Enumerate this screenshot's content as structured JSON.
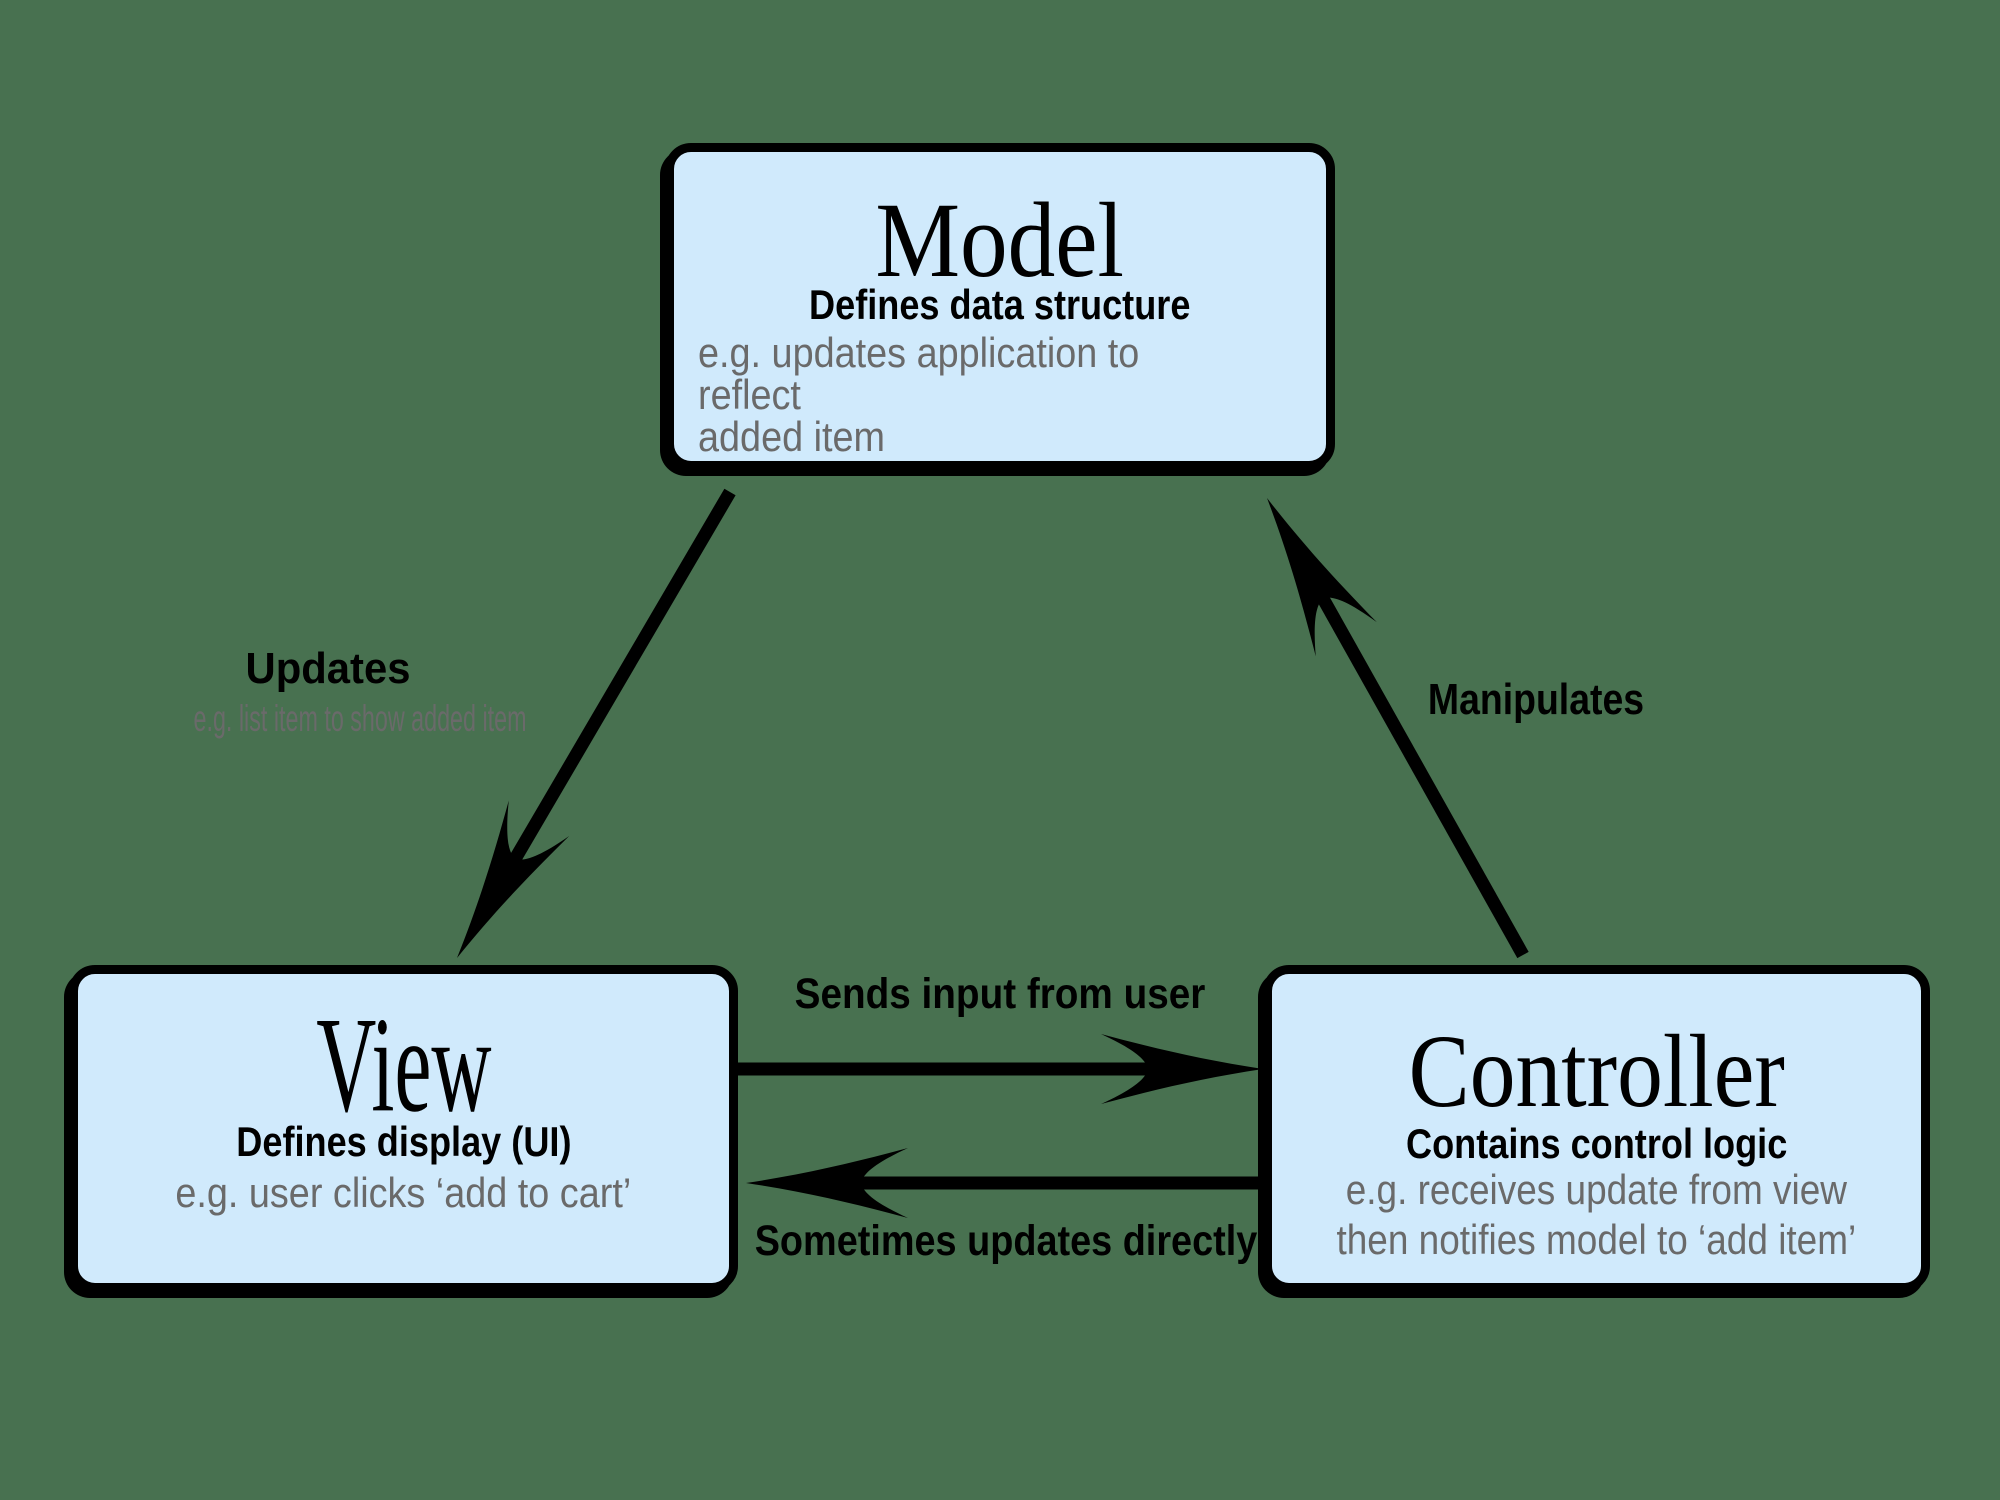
{
  "colors": {
    "background": "#487150",
    "box_fill": "#d0eafc",
    "box_border": "#000000",
    "arrow": "#000000",
    "text_primary": "#000000",
    "text_secondary": "#6a6a6a"
  },
  "boxes": {
    "model": {
      "title": "Model",
      "subtitle": "Defines data structure",
      "example": "e.g. updates application to reflect\nadded item"
    },
    "view": {
      "title": "View",
      "subtitle": "Defines display (UI)",
      "example": "e.g. user clicks ‘add to cart’"
    },
    "controller": {
      "title": "Controller",
      "subtitle": "Contains control logic",
      "example": "e.g. receives update from view\nthen notifies model to ‘add item’"
    }
  },
  "arrows": {
    "model_to_view": {
      "label": "Updates",
      "sublabel": "e.g. list item to show added item"
    },
    "controller_to_model": {
      "label": "Manipulates"
    },
    "view_to_controller": {
      "label": "Sends input from user"
    },
    "controller_to_view": {
      "label": "Sometimes updates directly"
    }
  }
}
